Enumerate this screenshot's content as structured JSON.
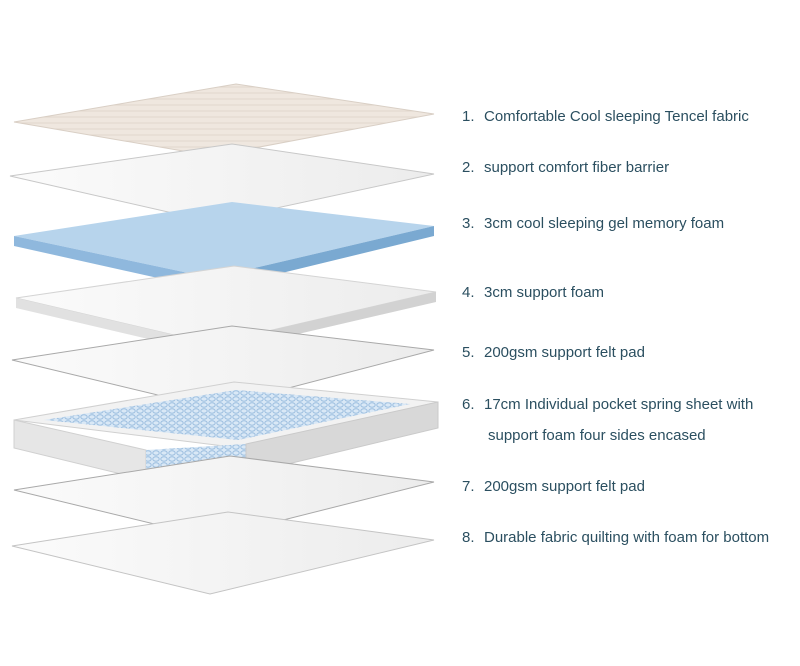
{
  "colors": {
    "label_text": "#2b4f60",
    "sheet_face": "#f3f3f3",
    "sheet_edge": "#bdbdbd",
    "tencel_face": "#ede4dc",
    "gel_foam_face": "#a9cbe6",
    "gel_foam_edge": "#7aa9d1",
    "spring_grid": "#9dbfe0"
  },
  "layers": [
    {
      "number": "1.",
      "text": "Comfortable Cool sleeping Tencel fabric"
    },
    {
      "number": "2.",
      "text": "support comfort fiber barrier"
    },
    {
      "number": "3.",
      "text": "3cm cool sleeping gel memory foam"
    },
    {
      "number": "4.",
      "text": "3cm support foam"
    },
    {
      "number": "5.",
      "text": "200gsm support felt pad"
    },
    {
      "number": "6.",
      "text": "17cm Individual pocket spring sheet with",
      "text_cont": "support foam four sides encased"
    },
    {
      "number": "7.",
      "text": "200gsm support felt pad"
    },
    {
      "number": "8.",
      "text": "Durable fabric quilting with foam for bottom"
    }
  ]
}
